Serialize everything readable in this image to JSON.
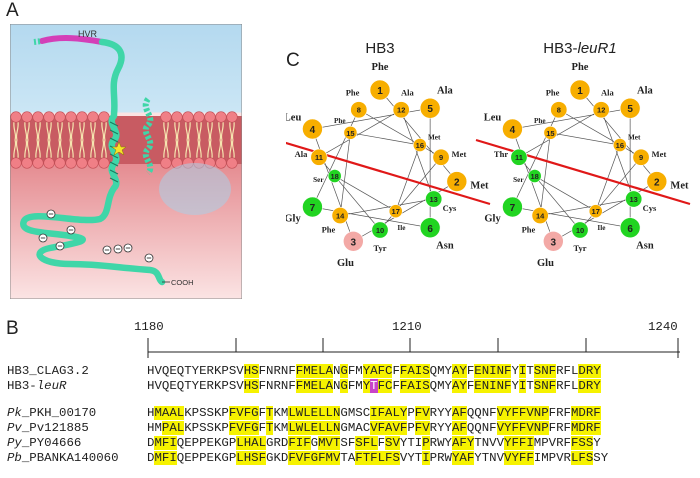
{
  "panels": {
    "a": "A",
    "b": "B",
    "c": "C"
  },
  "panelA": {
    "hvr_label": "HVR",
    "cooh_label": "COOH",
    "charges": [
      "⊖",
      "⊖",
      "⊖",
      "⊖",
      "⊖",
      "⊖",
      "⊖",
      "⊖"
    ],
    "colors": {
      "sky": "#bfe0f3",
      "cytoplasm": "#f2c6c6",
      "membrane": "#c85b62",
      "lipid_head": "#f07f86",
      "protein": "#3fd6a8",
      "hvr": "#d43fb8",
      "star": "#f8e22a"
    }
  },
  "panelC": {
    "wheels": [
      {
        "title": "HB3",
        "title_italic": "",
        "residues": [
          {
            "n": "1",
            "aa": "Phe",
            "color": "#f7ae00"
          },
          {
            "n": "2",
            "aa": "Met",
            "color": "#f7ae00"
          },
          {
            "n": "3",
            "aa": "Glu",
            "color": "#f3a9a6"
          },
          {
            "n": "4",
            "aa": "Leu",
            "color": "#f7ae00"
          },
          {
            "n": "5",
            "aa": "Ala",
            "color": "#f7ae00"
          },
          {
            "n": "6",
            "aa": "Asn",
            "color": "#21d421"
          },
          {
            "n": "7",
            "aa": "Gly",
            "color": "#21d421"
          },
          {
            "n": "8",
            "aa": "Phe",
            "color": "#f7ae00"
          },
          {
            "n": "9",
            "aa": "Met",
            "color": "#f7ae00"
          },
          {
            "n": "10",
            "aa": "Tyr",
            "color": "#21d421"
          },
          {
            "n": "11",
            "aa": "Ala",
            "color": "#f7ae00"
          },
          {
            "n": "12",
            "aa": "Ala",
            "color": "#f7ae00"
          },
          {
            "n": "13",
            "aa": "Cys",
            "color": "#21d421"
          },
          {
            "n": "14",
            "aa": "Phe",
            "color": "#f7ae00"
          },
          {
            "n": "15",
            "aa": "Phe",
            "color": "#f7ae00"
          },
          {
            "n": "16",
            "aa": "Met",
            "color": "#f7ae00"
          },
          {
            "n": "17",
            "aa": "Ile",
            "color": "#f7ae00"
          },
          {
            "n": "18",
            "aa": "Ser",
            "color": "#21d421"
          }
        ]
      },
      {
        "title": "HB3-",
        "title_italic": "leuR1",
        "residues": [
          {
            "n": "1",
            "aa": "Phe",
            "color": "#f7ae00"
          },
          {
            "n": "2",
            "aa": "Met",
            "color": "#f7ae00"
          },
          {
            "n": "3",
            "aa": "Glu",
            "color": "#f3a9a6"
          },
          {
            "n": "4",
            "aa": "Leu",
            "color": "#f7ae00"
          },
          {
            "n": "5",
            "aa": "Ala",
            "color": "#f7ae00"
          },
          {
            "n": "6",
            "aa": "Asn",
            "color": "#21d421"
          },
          {
            "n": "7",
            "aa": "Gly",
            "color": "#21d421"
          },
          {
            "n": "8",
            "aa": "Phe",
            "color": "#f7ae00"
          },
          {
            "n": "9",
            "aa": "Met",
            "color": "#f7ae00"
          },
          {
            "n": "10",
            "aa": "Tyr",
            "color": "#21d421"
          },
          {
            "n": "11",
            "aa": "Thr",
            "color": "#21d421"
          },
          {
            "n": "12",
            "aa": "Ala",
            "color": "#f7ae00"
          },
          {
            "n": "13",
            "aa": "Cys",
            "color": "#21d421"
          },
          {
            "n": "14",
            "aa": "Phe",
            "color": "#f7ae00"
          },
          {
            "n": "15",
            "aa": "Phe",
            "color": "#f7ae00"
          },
          {
            "n": "16",
            "aa": "Met",
            "color": "#f7ae00"
          },
          {
            "n": "17",
            "aa": "Ile",
            "color": "#f7ae00"
          },
          {
            "n": "18",
            "aa": "Ser",
            "color": "#21d421"
          }
        ]
      }
    ],
    "axis_color": "#e01818"
  },
  "panelB": {
    "ruler": {
      "start": "1180",
      "mid": "1210",
      "end": "1240"
    },
    "highlight_color": "#f6f200",
    "mutation_color": "#c844c8",
    "rows": [
      {
        "name": "HB3_CLAG3.2",
        "italic": "",
        "seq": "HVQEQTYERKPSVHSFNRNFFMELANGFMYAFCFFAISQMYAYFENINFYITSNFRFLDRY",
        "hl": "00000000000001100000111110100111101111000110111110101110001110000",
        "mut": ""
      },
      {
        "name": "HB3-",
        "italic": "leuR",
        "seq": "HVQEQTYERKPSVHSFNRNFFMELANGFMYTFCFFAISQMYAYFENINFYITSNFRFLDRY",
        "hl": "00000000000001100000111110100111101111000110111110101110001110000",
        "mut": "30"
      },
      {
        "name": "_PKH_00170",
        "italic": "Pk",
        "seq": "HMAALKPSSKPFVFGFTKMLWLELLNGMSCIFALYPFVRYYAFQQNFVYFFVNPFRFMDRF",
        "hl": "01111000000111101001111111000011111011000110000111111100011110010",
        "mut": ""
      },
      {
        "name": "_Pv121885",
        "italic": "Pv",
        "seq": "HMPALKPSSKPFVFGFTKMLWLELLNGMACVFAVFPFVRYYAFQQNFVYFFVNPFRFMDRF",
        "hl": "00111000000111101001111111000011111011000110000111111100011110010",
        "mut": ""
      },
      {
        "name": "_PY04666",
        "italic": "Py",
        "seq": "DMFIQEPPEKGPLHALGRDFIFGMVTSFSFLFSVYTIPRWYAFYTNVVYFFIMPVRFFSSY",
        "hl": "01110000000011110001110111001110110001000111000011110000011100000",
        "mut": ""
      },
      {
        "name": "_PBANKA140060",
        "italic": "Pb",
        "seq": "DMFIQEPPEKGPLHSFGKDFVFGFMVTAFTFLFSVYTIPRWYAFYTNVVYFFIMPVRLFSSY",
        "hl": "01110000000011110001111111001111110001000111000011110000011100000",
        "mut": ""
      }
    ]
  }
}
